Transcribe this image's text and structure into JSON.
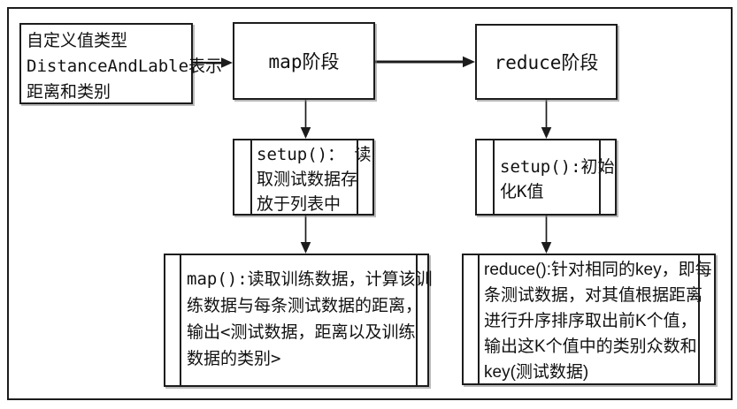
{
  "diagram": {
    "boxes": {
      "custom_type": {
        "lines": [
          "自定义值类型",
          "DistanceAndLable表示",
          "距离和类别"
        ]
      },
      "map_phase": {
        "label": "map阶段"
      },
      "reduce_phase": {
        "label": "reduce阶段"
      },
      "map_setup": {
        "lines": [
          "setup()： 读",
          "取测试数据存",
          "放于列表中"
        ]
      },
      "reduce_setup": {
        "lines": [
          "setup():初始",
          "化K值"
        ]
      },
      "map_func": {
        "lines": [
          "map():读取训练数据，计算该训",
          "练数据与每条测试数据的距离，",
          "输出<测试数据，距离以及训练",
          "数据的类别>"
        ]
      },
      "reduce_func": {
        "lines": [
          "reduce():针对相同的key，即每",
          "条测试数据，对其值根据距离",
          "进行升序排序取出前K个值，",
          "输出这K个值中的类别众数和",
          "key(测试数据)"
        ]
      }
    },
    "colors": {
      "line": "#1c1c1c",
      "background": "#ffffff",
      "text": "#111111"
    }
  }
}
